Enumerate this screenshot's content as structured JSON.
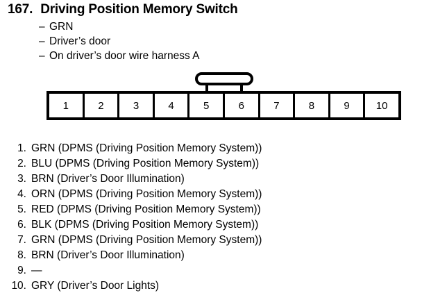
{
  "heading": {
    "number": "167.",
    "title": "Driving Position Memory Switch"
  },
  "subitems": [
    {
      "dash": "–",
      "text": "GRN"
    },
    {
      "dash": "–",
      "text": "Driver’s door"
    },
    {
      "dash": "–",
      "text": "On driver’s door wire harness A"
    }
  ],
  "connector": {
    "pins": [
      {
        "label": "1"
      },
      {
        "label": "2"
      },
      {
        "label": "3"
      },
      {
        "label": "4"
      },
      {
        "label": "5"
      },
      {
        "label": "6"
      },
      {
        "label": "7"
      },
      {
        "label": "8"
      },
      {
        "label": "9"
      },
      {
        "label": "10"
      }
    ]
  },
  "pin_list": [
    {
      "num": "1.",
      "desc": "GRN (DPMS (Driving Position Memory System))"
    },
    {
      "num": "2.",
      "desc": "BLU (DPMS (Driving Position Memory System))"
    },
    {
      "num": "3.",
      "desc": "BRN (Driver’s Door Illumination)"
    },
    {
      "num": "4.",
      "desc": "ORN (DPMS (Driving Position Memory System))"
    },
    {
      "num": "5.",
      "desc": "RED (DPMS (Driving Position Memory System))"
    },
    {
      "num": "6.",
      "desc": "BLK (DPMS (Driving Position Memory System))"
    },
    {
      "num": "7.",
      "desc": "GRN (DPMS (Driving Position Memory System))"
    },
    {
      "num": "8.",
      "desc": "BRN (Driver’s Door Illumination)"
    },
    {
      "num": "9.",
      "desc": "—"
    },
    {
      "num": "10.",
      "desc": "GRY (Driver’s Door Lights)"
    }
  ],
  "colors": {
    "ink": "#000000",
    "paper": "#ffffff"
  }
}
